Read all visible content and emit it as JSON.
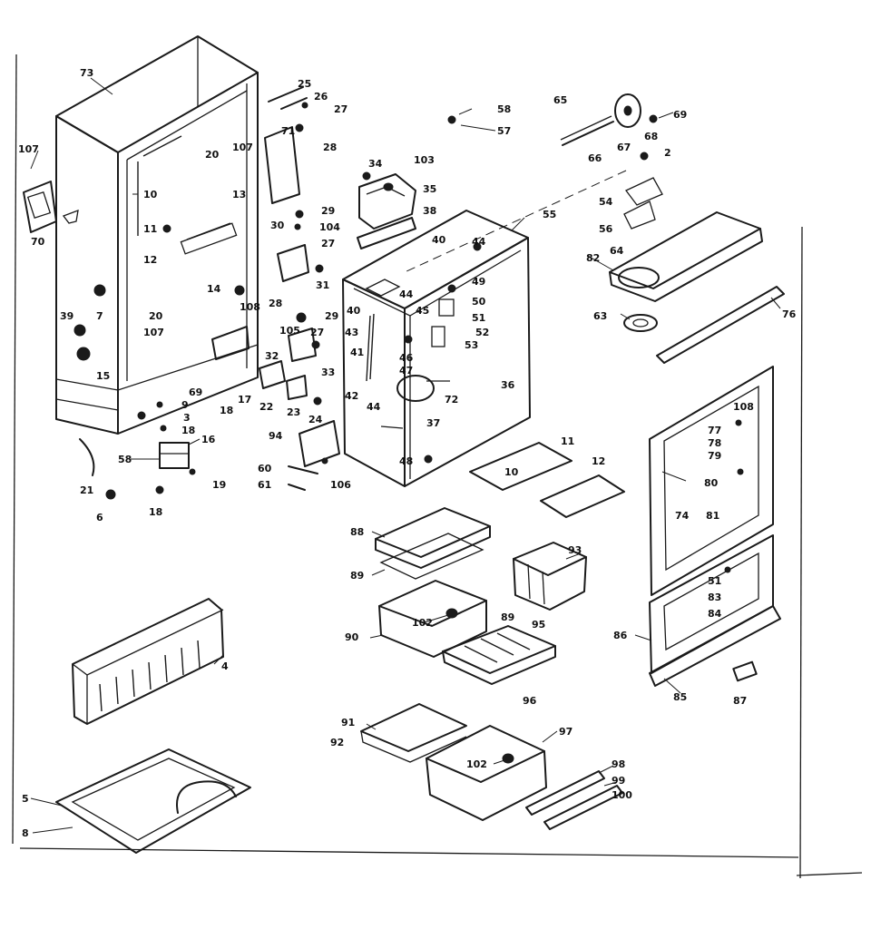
{
  "callouts": [
    {
      "id": "c73",
      "text": "73"
    },
    {
      "id": "c25",
      "text": "25"
    },
    {
      "id": "c26",
      "text": "26"
    },
    {
      "id": "c27a",
      "text": "27"
    },
    {
      "id": "c28a",
      "text": "28"
    },
    {
      "id": "c71",
      "text": "71"
    },
    {
      "id": "c58a",
      "text": "58"
    },
    {
      "id": "c57",
      "text": "57"
    },
    {
      "id": "c65",
      "text": "65"
    },
    {
      "id": "c69",
      "text": "69"
    },
    {
      "id": "c67",
      "text": "67"
    },
    {
      "id": "c68",
      "text": "68"
    },
    {
      "id": "c66",
      "text": "66"
    },
    {
      "id": "c2",
      "text": "2"
    },
    {
      "id": "c54",
      "text": "54"
    },
    {
      "id": "c56",
      "text": "56"
    },
    {
      "id": "c64",
      "text": "64"
    },
    {
      "id": "c82",
      "text": "82"
    },
    {
      "id": "c63",
      "text": "63"
    },
    {
      "id": "c76",
      "text": "76"
    },
    {
      "id": "c107a",
      "text": "107"
    },
    {
      "id": "c70",
      "text": "70"
    },
    {
      "id": "c10a",
      "text": "10"
    },
    {
      "id": "c20a",
      "text": "20"
    },
    {
      "id": "c107b",
      "text": "107"
    },
    {
      "id": "c13",
      "text": "13"
    },
    {
      "id": "c11",
      "text": "11"
    },
    {
      "id": "c12a",
      "text": "12"
    },
    {
      "id": "c7",
      "text": "7"
    },
    {
      "id": "c14",
      "text": "14"
    },
    {
      "id": "c20b",
      "text": "20"
    },
    {
      "id": "c107c",
      "text": "107"
    },
    {
      "id": "c39",
      "text": "39"
    },
    {
      "id": "c15",
      "text": "15"
    },
    {
      "id": "c34",
      "text": "34"
    },
    {
      "id": "c103",
      "text": "103"
    },
    {
      "id": "c35",
      "text": "35"
    },
    {
      "id": "c29a",
      "text": "29"
    },
    {
      "id": "c104a",
      "text": "104"
    },
    {
      "id": "c30",
      "text": "30"
    },
    {
      "id": "c27b",
      "text": "27"
    },
    {
      "id": "c31",
      "text": "31"
    },
    {
      "id": "c38",
      "text": "38"
    },
    {
      "id": "c40a",
      "text": "40"
    },
    {
      "id": "c44a",
      "text": "44"
    },
    {
      "id": "c55",
      "text": "55"
    },
    {
      "id": "c108a",
      "text": "108"
    },
    {
      "id": "c28b",
      "text": "28"
    },
    {
      "id": "c29b",
      "text": "29"
    },
    {
      "id": "c105",
      "text": "105"
    },
    {
      "id": "c27c",
      "text": "27"
    },
    {
      "id": "c32",
      "text": "32"
    },
    {
      "id": "c33",
      "text": "33"
    },
    {
      "id": "c40b",
      "text": "40"
    },
    {
      "id": "c44b",
      "text": "44"
    },
    {
      "id": "c49",
      "text": "49"
    },
    {
      "id": "c50",
      "text": "50"
    },
    {
      "id": "c45",
      "text": "45"
    },
    {
      "id": "c51a",
      "text": "51"
    },
    {
      "id": "c52",
      "text": "52"
    },
    {
      "id": "c43",
      "text": "43"
    },
    {
      "id": "c41",
      "text": "41"
    },
    {
      "id": "c46",
      "text": "46"
    },
    {
      "id": "c47",
      "text": "47"
    },
    {
      "id": "c53",
      "text": "53"
    },
    {
      "id": "c36",
      "text": "36"
    },
    {
      "id": "c42",
      "text": "42"
    },
    {
      "id": "c44c",
      "text": "44"
    },
    {
      "id": "c72",
      "text": "72"
    },
    {
      "id": "c37",
      "text": "37"
    },
    {
      "id": "c9",
      "text": "9"
    },
    {
      "id": "c3",
      "text": "3"
    },
    {
      "id": "c18a",
      "text": "18"
    },
    {
      "id": "c69b",
      "text": "69"
    },
    {
      "id": "c18b",
      "text": "18"
    },
    {
      "id": "c17",
      "text": "17"
    },
    {
      "id": "c22",
      "text": "22"
    },
    {
      "id": "c23",
      "text": "23"
    },
    {
      "id": "c24",
      "text": "24"
    },
    {
      "id": "c16",
      "text": "16"
    },
    {
      "id": "c58b",
      "text": "58"
    },
    {
      "id": "c19",
      "text": "19"
    },
    {
      "id": "c18c",
      "text": "18"
    },
    {
      "id": "c21",
      "text": "21"
    },
    {
      "id": "c6",
      "text": "6"
    },
    {
      "id": "c94",
      "text": "94"
    },
    {
      "id": "c60",
      "text": "60"
    },
    {
      "id": "c61",
      "text": "61"
    },
    {
      "id": "c106",
      "text": "106"
    },
    {
      "id": "c48",
      "text": "48"
    },
    {
      "id": "c11b",
      "text": "11"
    },
    {
      "id": "c10b",
      "text": "10"
    },
    {
      "id": "c12b",
      "text": "12"
    },
    {
      "id": "c108b",
      "text": "108"
    },
    {
      "id": "c77",
      "text": "77"
    },
    {
      "id": "c78",
      "text": "78"
    },
    {
      "id": "c79",
      "text": "79"
    },
    {
      "id": "c80a",
      "text": "80"
    },
    {
      "id": "c74",
      "text": "74"
    },
    {
      "id": "c81",
      "text": "81"
    },
    {
      "id": "c51b",
      "text": "51"
    },
    {
      "id": "c83",
      "text": "83"
    },
    {
      "id": "c84",
      "text": "84"
    },
    {
      "id": "c86",
      "text": "86"
    },
    {
      "id": "c85",
      "text": "85"
    },
    {
      "id": "c87",
      "text": "87"
    },
    {
      "id": "c88",
      "text": "88"
    },
    {
      "id": "c89",
      "text": "89"
    },
    {
      "id": "c93",
      "text": "93"
    },
    {
      "id": "c102a",
      "text": "102"
    },
    {
      "id": "c90",
      "text": "90"
    },
    {
      "id": "c89b",
      "text": "89"
    },
    {
      "id": "c95",
      "text": "95"
    },
    {
      "id": "c96",
      "text": "96"
    },
    {
      "id": "c4",
      "text": "4"
    },
    {
      "id": "c91",
      "text": "91"
    },
    {
      "id": "c92",
      "text": "92"
    },
    {
      "id": "c97",
      "text": "97"
    },
    {
      "id": "c102b",
      "text": "102"
    },
    {
      "id": "c98",
      "text": "98"
    },
    {
      "id": "c99",
      "text": "99"
    },
    {
      "id": "c100",
      "text": "100"
    },
    {
      "id": "c5",
      "text": "5"
    },
    {
      "id": "c8",
      "text": "8"
    }
  ]
}
